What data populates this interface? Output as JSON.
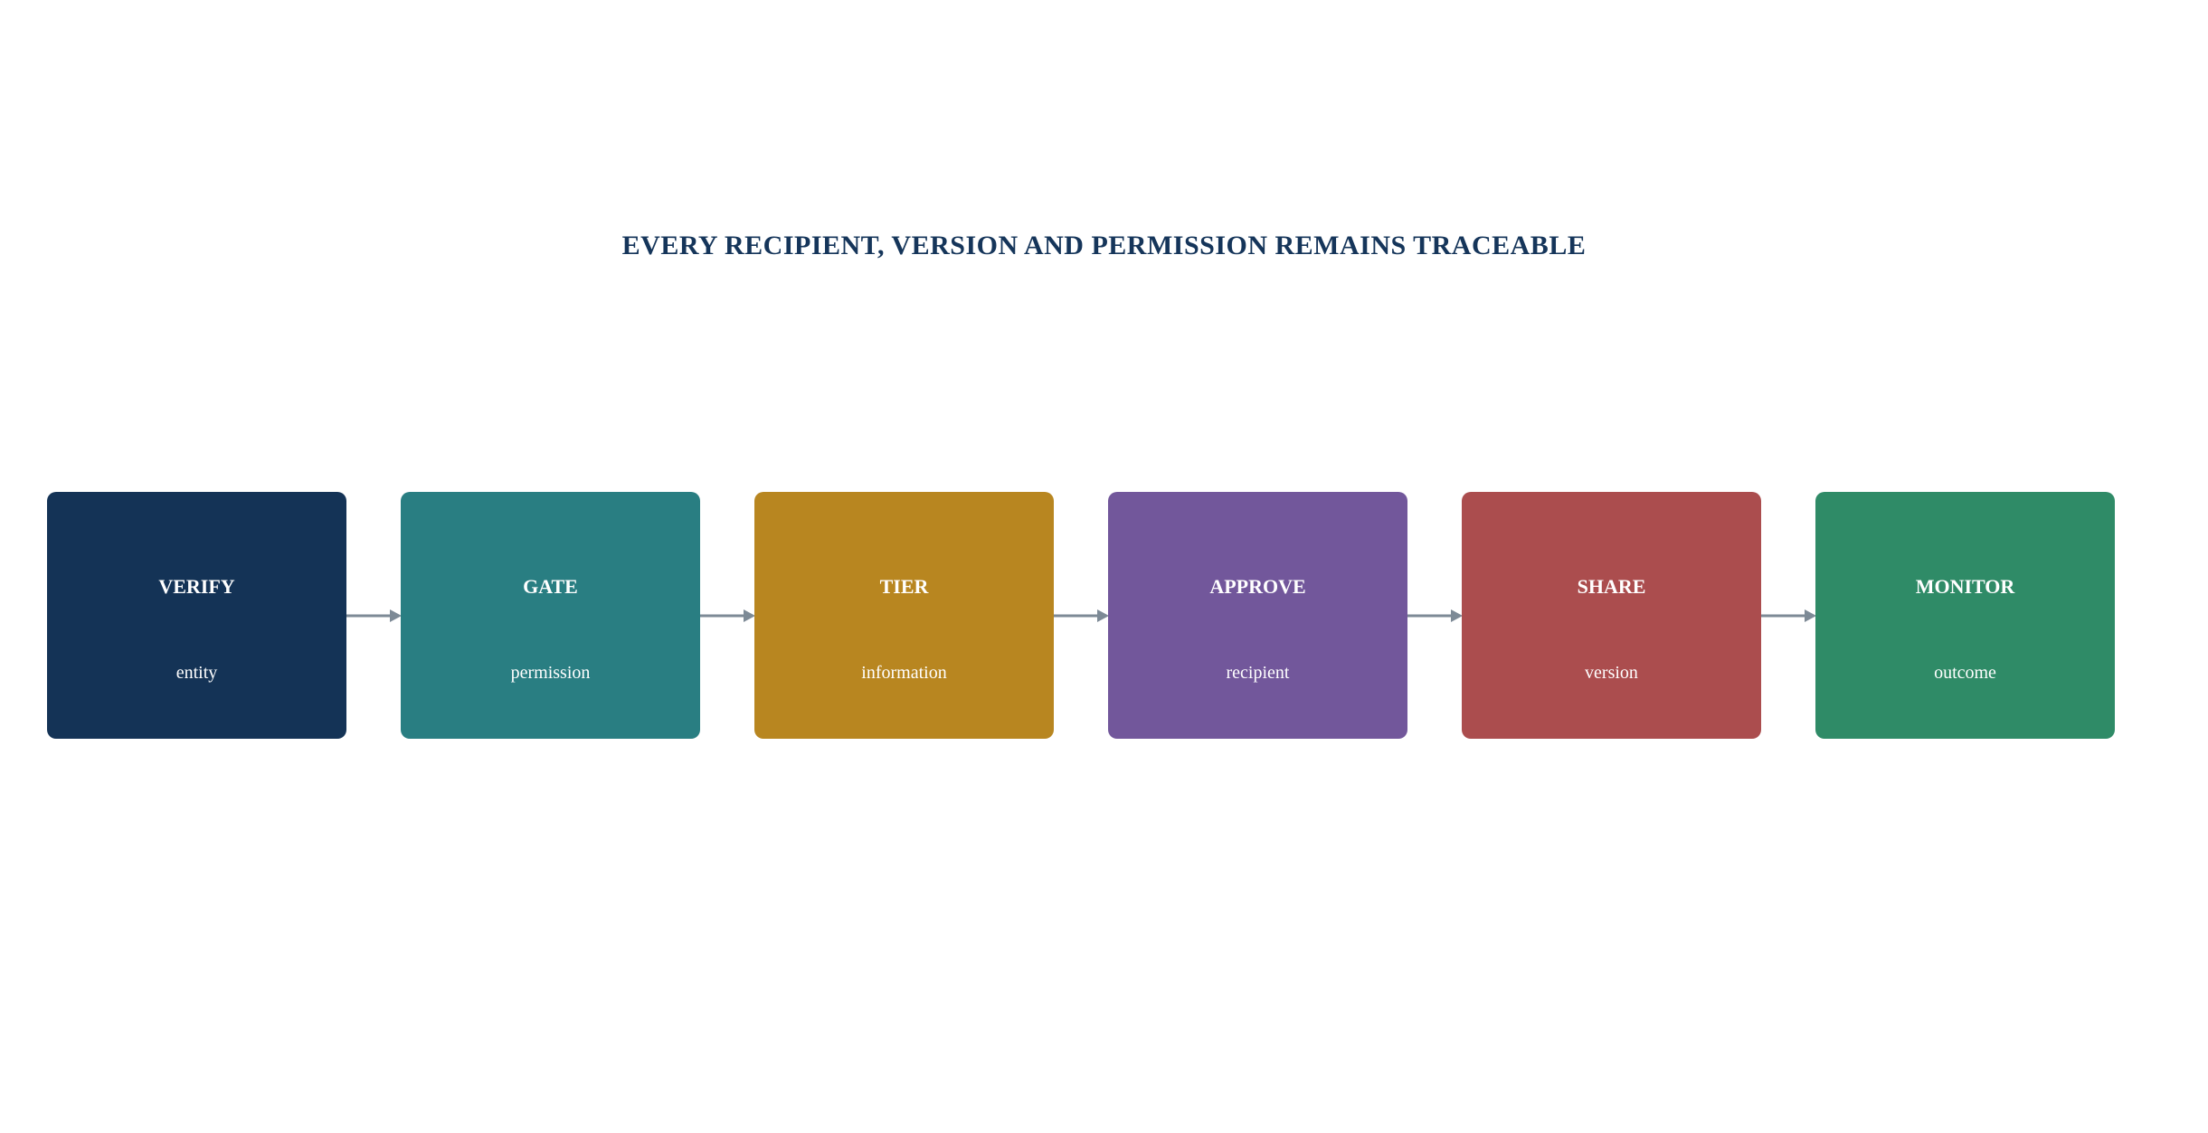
{
  "title": "EVERY RECIPIENT, VERSION AND PERMISSION REMAINS TRACEABLE",
  "steps": [
    {
      "label": "VERIFY",
      "sublabel": "entity",
      "color": "#143356"
    },
    {
      "label": "GATE",
      "sublabel": "permission",
      "color": "#297e82"
    },
    {
      "label": "TIER",
      "sublabel": "information",
      "color": "#b88620"
    },
    {
      "label": "APPROVE",
      "sublabel": "recipient",
      "color": "#72579b"
    },
    {
      "label": "SHARE",
      "sublabel": "version",
      "color": "#ab4d4e"
    },
    {
      "label": "MONITOR",
      "sublabel": "outcome",
      "color": "#2f8b67"
    }
  ],
  "arrow_color": "#7d8a96"
}
